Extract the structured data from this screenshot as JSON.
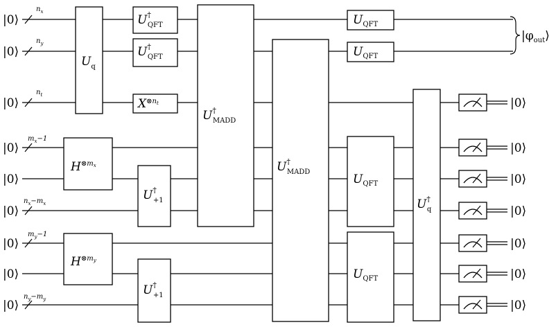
{
  "inputs": {
    "ket": "|0⟩",
    "wires": [
      {
        "id": "x",
        "width_label": "n_x"
      },
      {
        "id": "y",
        "width_label": "n_y"
      },
      {
        "id": "t",
        "width_label": "n_t"
      },
      {
        "id": "mx1",
        "width_label": "m_x−1"
      },
      {
        "id": "mx2",
        "width_label": ""
      },
      {
        "id": "mx3",
        "width_label": "n_x−m_x"
      },
      {
        "id": "my1",
        "width_label": "m_y−1"
      },
      {
        "id": "my2",
        "width_label": ""
      },
      {
        "id": "my3",
        "width_label": "n_y−m_y"
      }
    ]
  },
  "gates": {
    "uq": {
      "base": "U",
      "sub": "q",
      "sup": ""
    },
    "uqft_dag_1": {
      "base": "U",
      "sub": "QFT",
      "sup": "†"
    },
    "uqft_dag_2": {
      "base": "U",
      "sub": "QFT",
      "sup": "†"
    },
    "x_pow": {
      "base": "X",
      "sup": "⊗n_t"
    },
    "h_mx": {
      "base": "H",
      "sup": "⊗m_x"
    },
    "h_my": {
      "base": "H",
      "sup": "⊗m_y"
    },
    "u_plus1_1": {
      "base": "U",
      "sub": "+1",
      "sup": "†"
    },
    "u_plus1_2": {
      "base": "U",
      "sub": "+1",
      "sup": "†"
    },
    "madd_dag_1": {
      "base": "U",
      "sub": "MADD",
      "sup": "†"
    },
    "madd_dag_2": {
      "base": "U",
      "sub": "MADD",
      "sup": "†"
    },
    "uqft_1": {
      "base": "U",
      "sub": "QFT"
    },
    "uqft_2": {
      "base": "U",
      "sub": "QFT"
    },
    "uqft_3": {
      "base": "U",
      "sub": "QFT"
    },
    "uqft_4": {
      "base": "U",
      "sub": "QFT"
    },
    "uq_dag": {
      "base": "U",
      "sub": "q",
      "sup": "†"
    }
  },
  "outputs": {
    "phi_out": "|φ_out⟩",
    "measured_ket": "|0⟩",
    "measured_count": 7
  }
}
